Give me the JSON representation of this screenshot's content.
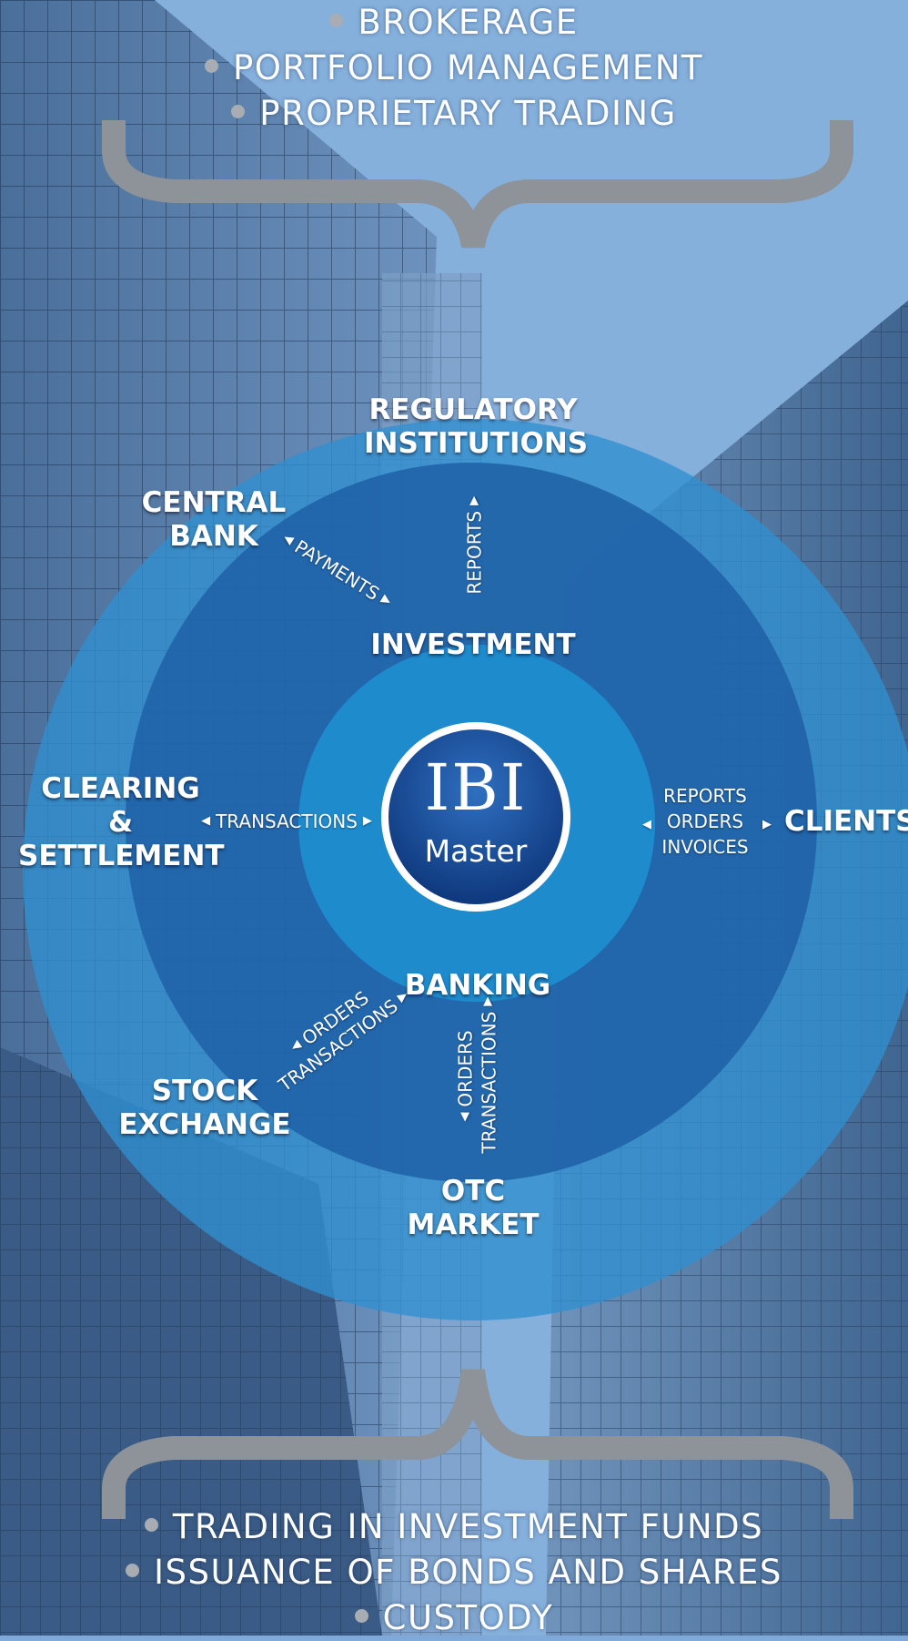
{
  "top_services": [
    "BROKERAGE",
    "PORTFOLIO MANAGEMENT",
    "PROPRIETARY TRADING"
  ],
  "bottom_services": [
    "TRADING IN INVESTMENT FUNDS",
    "ISSUANCE OF BONDS AND SHARES",
    "CUSTODY"
  ],
  "logo": {
    "name": "IBI",
    "subtitle": "Master"
  },
  "rings": {
    "inner": "BANKING",
    "upper": "INVESTMENT"
  },
  "nodes": {
    "regulatory": [
      "REGULATORY",
      "INSTITUTIONS"
    ],
    "central_bank": [
      "CENTRAL",
      "BANK"
    ],
    "clearing": [
      "CLEARING",
      "&",
      "SETTLEMENT"
    ],
    "clients": "CLIENTS",
    "stock_exchange": [
      "STOCK",
      "EXCHANGE"
    ],
    "otc": [
      "OTC",
      "MARKET"
    ],
    "investment": "INVESTMENT",
    "banking": "BANKING"
  },
  "links": {
    "payments": "PAYMENTS",
    "reports": "REPORTS",
    "transactions": "TRANSACTIONS",
    "clients_flow": [
      "REPORTS",
      "ORDERS",
      "INVOICES"
    ],
    "stock_flow": [
      "ORDERS",
      "TRANSACTIONS"
    ],
    "otc_flow": [
      "ORDERS",
      "TRANSACTIONS"
    ]
  },
  "colors": {
    "brace": "#8d9398",
    "outer_circle": "#2f8fd0",
    "middle_circle": "#1f5fa6",
    "inner_circle": "#1e8fd0",
    "logo_disc": "#0f3d8a",
    "logo_ring": "#ffffff"
  }
}
